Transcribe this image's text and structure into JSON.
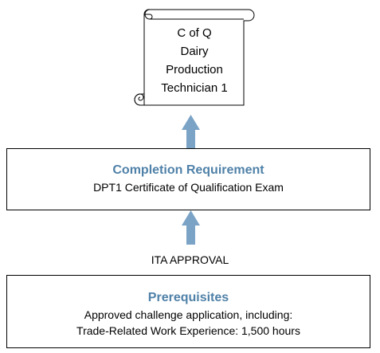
{
  "certificate": {
    "lines": [
      "C of Q",
      "Dairy",
      "Production",
      "Technician 1"
    ]
  },
  "completion": {
    "title": "Completion Requirement",
    "text": "DPT1 Certificate of Qualification Exam"
  },
  "approval_label": "ITA APPROVAL",
  "prerequisites": {
    "title": "Prerequisites",
    "lines": [
      "Approved challenge application, including:",
      "Trade-Related Work Experience: 1,500 hours"
    ]
  },
  "colors": {
    "arrow": "#7ba3c6",
    "title": "#4f81a8"
  }
}
